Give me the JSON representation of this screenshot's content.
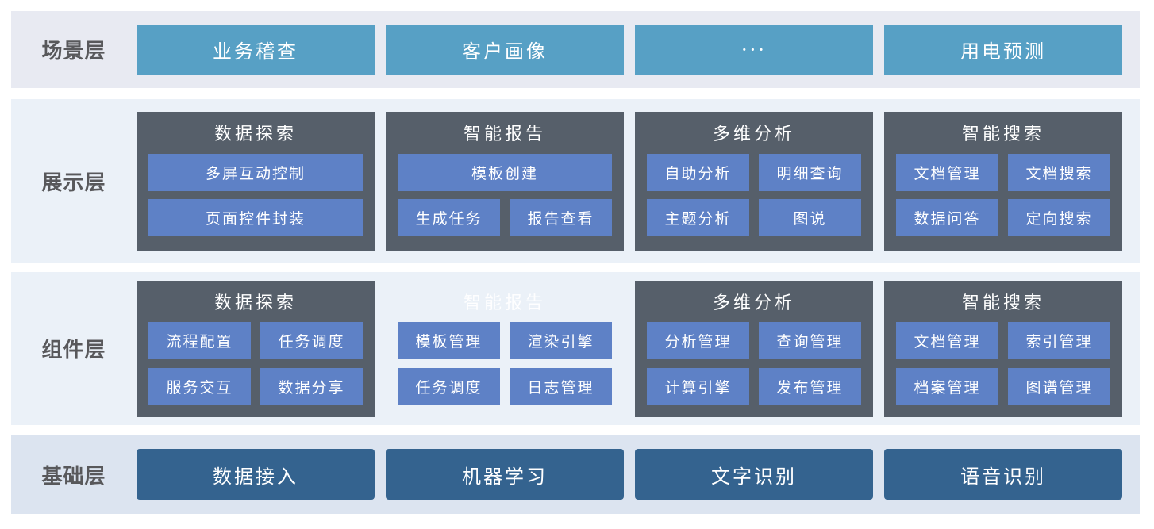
{
  "colors": {
    "page_bg": "#FFFFFF",
    "band_scenario_bg": "#E8EAF2",
    "band_middle_bg": "#EBF1F8",
    "band_foundation_bg": "#DCE4F0",
    "scenario_box": "#57A0C5",
    "group_bg": "#565F6A",
    "sub_button": "#5E81C6",
    "foundation_box": "#34638F",
    "label_text": "#58585B",
    "box_text": "#FFFFFF"
  },
  "layers": [
    {
      "label": "场景层",
      "items": [
        "业务稽查",
        "客户画像",
        "···",
        "用电预测"
      ]
    },
    {
      "label": "展示层",
      "groups": [
        {
          "title": "数据探索",
          "rows": [
            [
              "多屏互动控制"
            ],
            [
              "页面控件封装"
            ]
          ]
        },
        {
          "title": "智能报告",
          "rows": [
            [
              "模板创建"
            ],
            [
              "生成任务",
              "报告查看"
            ]
          ]
        },
        {
          "title": "多维分析",
          "rows": [
            [
              "自助分析",
              "明细查询"
            ],
            [
              "主题分析",
              "图说"
            ]
          ]
        },
        {
          "title": "智能搜索",
          "rows": [
            [
              "文档管理",
              "文档搜索"
            ],
            [
              "数据问答",
              "定向搜索"
            ]
          ]
        }
      ]
    },
    {
      "label": "组件层",
      "groups": [
        {
          "title": "数据探索",
          "rows": [
            [
              "流程配置",
              "任务调度"
            ],
            [
              "服务交互",
              "数据分享"
            ]
          ]
        },
        {
          "title": "智能报告",
          "transparent": true,
          "rows": [
            [
              "模板管理",
              "渲染引擎"
            ],
            [
              "任务调度",
              "日志管理"
            ]
          ]
        },
        {
          "title": "多维分析",
          "rows": [
            [
              "分析管理",
              "查询管理"
            ],
            [
              "计算引擎",
              "发布管理"
            ]
          ]
        },
        {
          "title": "智能搜索",
          "rows": [
            [
              "文档管理",
              "索引管理"
            ],
            [
              "档案管理",
              "图谱管理"
            ]
          ]
        }
      ]
    },
    {
      "label": "基础层",
      "items": [
        "数据接入",
        "机器学习",
        "文字识别",
        "语音识别"
      ]
    }
  ]
}
